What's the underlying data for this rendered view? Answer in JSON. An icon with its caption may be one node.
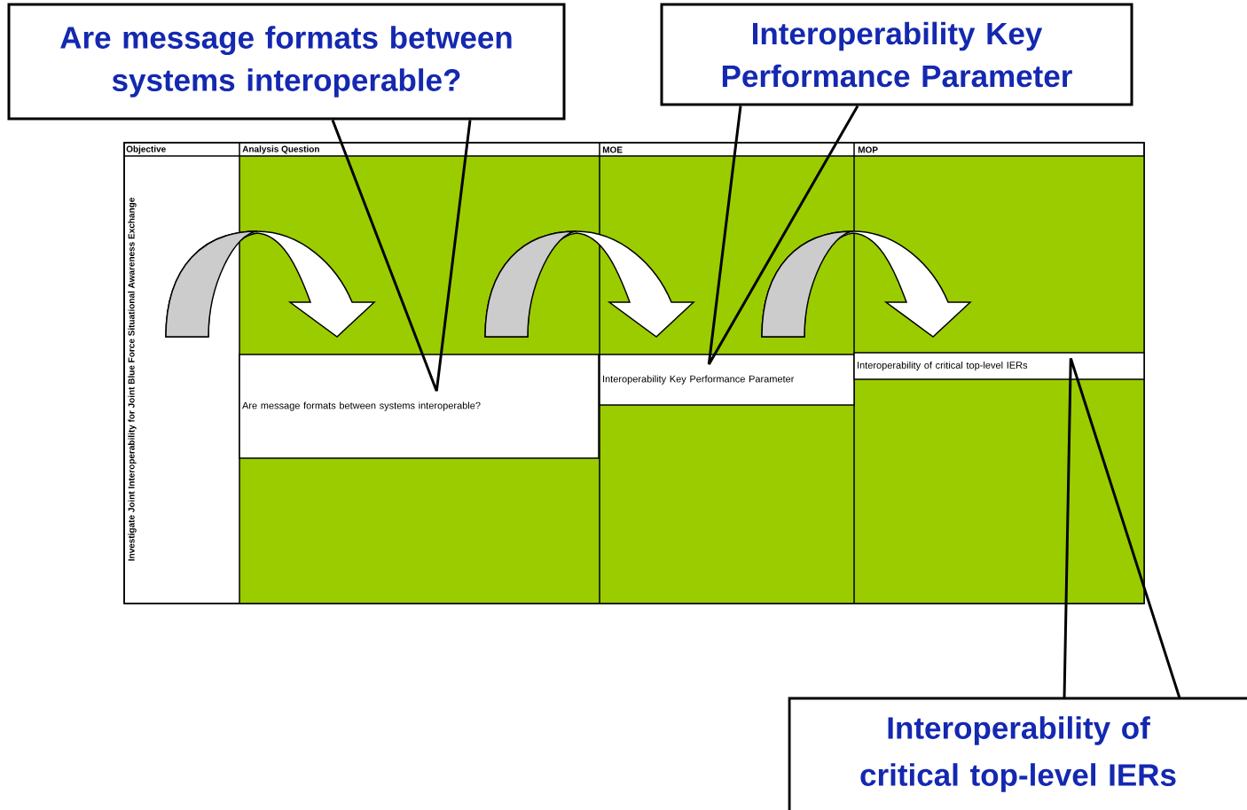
{
  "diagram": {
    "nodes": [
      {
        "text": [
          "Are message formats between systems interoperable?"
        ]
      },
      {
        "text": [
          "Interoperability Key Performance Parameter"
        ]
      },
      {
        "text": [
          "Interoperability of critical top-level IERs"
        ]
      },
      {
        "text": [
          "Are message formats between systems interoperable?"
        ]
      },
      {
        "text": [
          "Interoperability Key Performance Parameter"
        ]
      },
      {
        "text": [
          "Interoperability of critical top-level IERs"
        ]
      }
    ],
    "edges": [
      {
        "from": 0,
        "to": 3,
        "arrow": "none"
      },
      {
        "from": 1,
        "to": 4,
        "arrow": "none"
      },
      {
        "from": 2,
        "to": 5,
        "arrow": "none"
      }
    ],
    "labels": [
      "Objective",
      "Analysis Question",
      "MOE",
      "MOP",
      "Investigate Joint Interoperability for Joint Blue Force Situational Awareness Exchange"
    ]
  }
}
